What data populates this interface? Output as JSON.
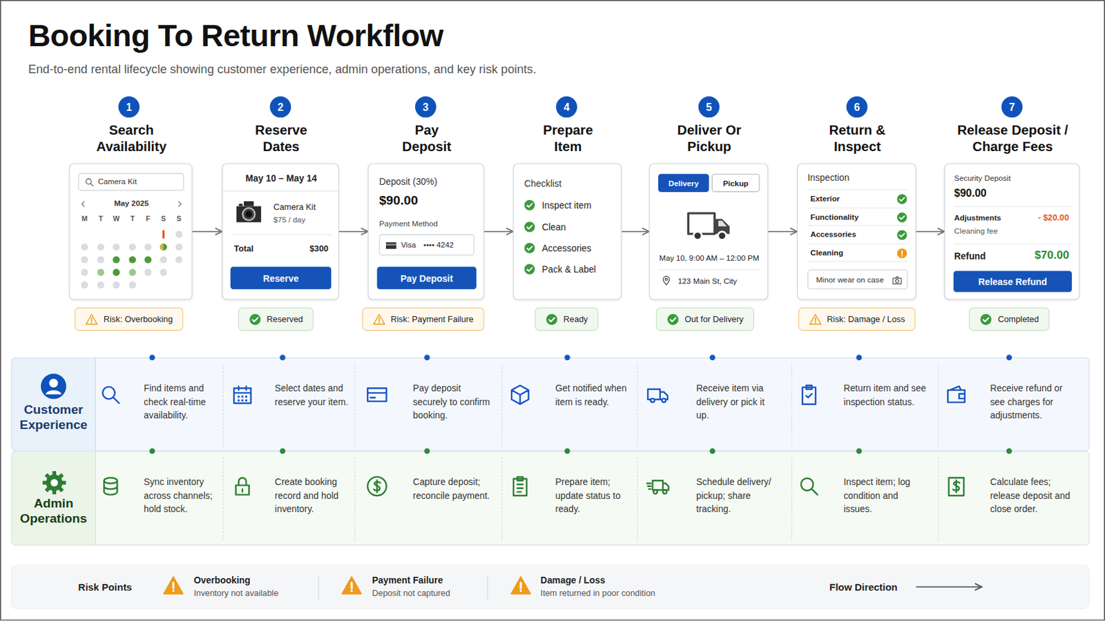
{
  "diagram": {
    "title": "Booking To Return Workflow",
    "caption": "End-to-end rental lifecycle showing customer experience, admin operations, and key risk points.",
    "nodes": [
      {
        "text": [
          "1"
        ]
      },
      {
        "text": [
          "Search Availability",
          "May 2025",
          "M",
          "T",
          "W",
          "T",
          "F",
          "S",
          "S"
        ]
      },
      {
        "text": [
          "Camera Kit"
        ],
        "in": 1
      },
      {
        "text": [
          "Risk: Overbooking"
        ]
      },
      {
        "text": [
          "2"
        ]
      },
      {
        "text": [
          "Reserve Dates",
          "May 10 – May 14",
          "Camera Kit",
          "$75 / day",
          "Total",
          "$300"
        ]
      },
      {
        "text": [
          "Reserve"
        ],
        "in": 5
      },
      {
        "text": [
          "Reserved"
        ]
      },
      {
        "text": [
          "3"
        ]
      },
      {
        "text": [
          "Pay Deposit",
          "Deposit (30%)",
          "$90.00",
          "Payment Method"
        ]
      },
      {
        "text": [
          "Visa",
          "•••• 4242"
        ],
        "in": 9
      },
      {
        "text": [
          "Pay Deposit"
        ],
        "in": 9
      },
      {
        "text": [
          "Risk: Payment Failure"
        ]
      },
      {
        "text": [
          "4"
        ]
      },
      {
        "text": [
          "Prepare Item",
          "Checklist",
          "Inspect item",
          "Clean",
          "Accessories",
          "Pack & Label"
        ]
      },
      {
        "text": [
          "Ready"
        ]
      },
      {
        "text": [
          "5"
        ]
      },
      {
        "text": [
          "Deliver Or Pickup",
          "May 10, 9:00 AM – 12:00 PM",
          "123 Main St, City"
        ]
      },
      {
        "text": [
          "Delivery"
        ],
        "in": 17
      },
      {
        "text": [
          "Pickup"
        ],
        "in": 17
      },
      {
        "text": [
          "Out for Delivery"
        ]
      },
      {
        "text": [
          "6"
        ]
      },
      {
        "text": [
          "Return & Inspect",
          "Inspection",
          "Exterior",
          "Functionality",
          "Accessories",
          "Cleaning"
        ]
      },
      {
        "text": [
          "Minor wear on case"
        ],
        "in": 22
      },
      {
        "text": [
          "Risk: Damage / Loss"
        ]
      },
      {
        "text": [
          "7"
        ]
      },
      {
        "text": [
          "Release Deposit / Charge Fees",
          "Security Deposit",
          "$90.00",
          "Adjustments",
          "- $20.00",
          "Cleaning fee",
          "Refund",
          "$70.00"
        ]
      },
      {
        "text": [
          "Release Refund"
        ],
        "in": 26
      },
      {
        "text": [
          "Completed"
        ]
      },
      {
        "text": [
          "Customer Experience"
        ]
      },
      {
        "text": [
          "Find items and check real-time availability."
        ],
        "in": 29
      },
      {
        "text": [
          "Select dates and reserve your item."
        ],
        "in": 29
      },
      {
        "text": [
          "Pay deposit securely to confirm booking."
        ],
        "in": 29
      },
      {
        "text": [
          "Get notified when item is ready."
        ],
        "in": 29
      },
      {
        "text": [
          "Receive item via delivery or pick it up."
        ],
        "in": 29
      },
      {
        "text": [
          "Return item and see inspection status."
        ],
        "in": 29
      },
      {
        "text": [
          "Receive refund or see charges for adjustments."
        ],
        "in": 29
      },
      {
        "text": [
          "Admin Operations"
        ]
      },
      {
        "text": [
          "Sync inventory across channels; hold stock."
        ],
        "in": 37
      },
      {
        "text": [
          "Create booking record and hold inventory."
        ],
        "in": 37
      },
      {
        "text": [
          "Capture deposit; reconcile payment."
        ],
        "in": 37
      },
      {
        "text": [
          "Prepare item; update status to ready."
        ],
        "in": 37
      },
      {
        "text": [
          "Schedule delivery/ pickup; share tracking."
        ],
        "in": 37
      },
      {
        "text": [
          "Inspect item; log condition and issues."
        ],
        "in": 37
      },
      {
        "text": [
          "Calculate fees; release deposit and close order."
        ],
        "in": 37
      }
    ],
    "edges": [
      {
        "from": 1,
        "to": 5,
        "arrow": "to"
      },
      {
        "from": 5,
        "to": 9,
        "arrow": "to"
      },
      {
        "from": 9,
        "to": 14,
        "arrow": "to"
      },
      {
        "from": 14,
        "to": 17,
        "arrow": "to"
      },
      {
        "from": 17,
        "to": 22,
        "arrow": "to"
      },
      {
        "from": 22,
        "to": 26,
        "arrow": "to"
      }
    ],
    "labels": [
      "Risk Points",
      "Inventory not available",
      "Deposit not captured",
      "Item returned in poor condition"
    ],
    "legend": [
      {
        "text": "Overbooking"
      },
      {
        "text": "Payment Failure"
      },
      {
        "text": "Damage / Loss"
      },
      {
        "text": "Flow Direction"
      }
    ]
  }
}
